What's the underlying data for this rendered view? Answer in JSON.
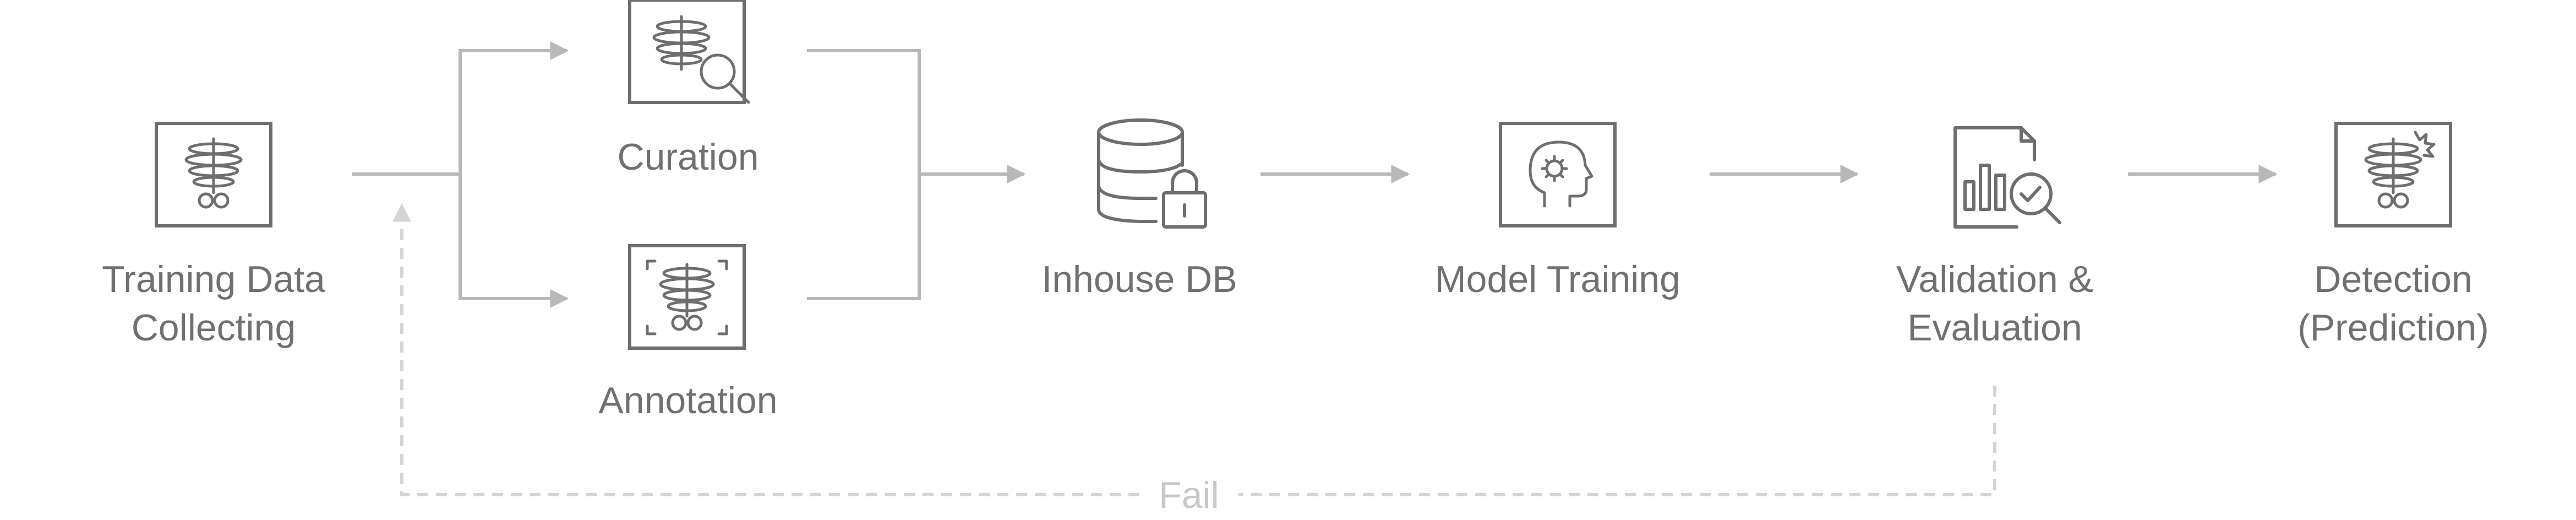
{
  "nodes": {
    "training_data": {
      "line1": "Training Data",
      "line2": "Collecting",
      "icon": "xray-spine-icon"
    },
    "curation": {
      "label": "Curation",
      "icon": "document-search-icon"
    },
    "annotation": {
      "label": "Annotation",
      "icon": "xray-annotation-icon"
    },
    "inhouse_db": {
      "label": "Inhouse DB",
      "icon": "locked-database-icon"
    },
    "model_training": {
      "label": "Model Training",
      "icon": "ai-head-icon"
    },
    "validation": {
      "line1": "Validation &",
      "line2": "Evaluation",
      "icon": "report-check-icon"
    },
    "detection": {
      "line1": "Detection",
      "line2": "(Prediction)",
      "icon": "xray-detection-icon"
    }
  },
  "feedback": {
    "label": "Fail"
  },
  "colors": {
    "frame": "#6e6e6e",
    "text": "#707070",
    "arrow": "#b8b8b8",
    "feedback": "#d4d4d4"
  }
}
